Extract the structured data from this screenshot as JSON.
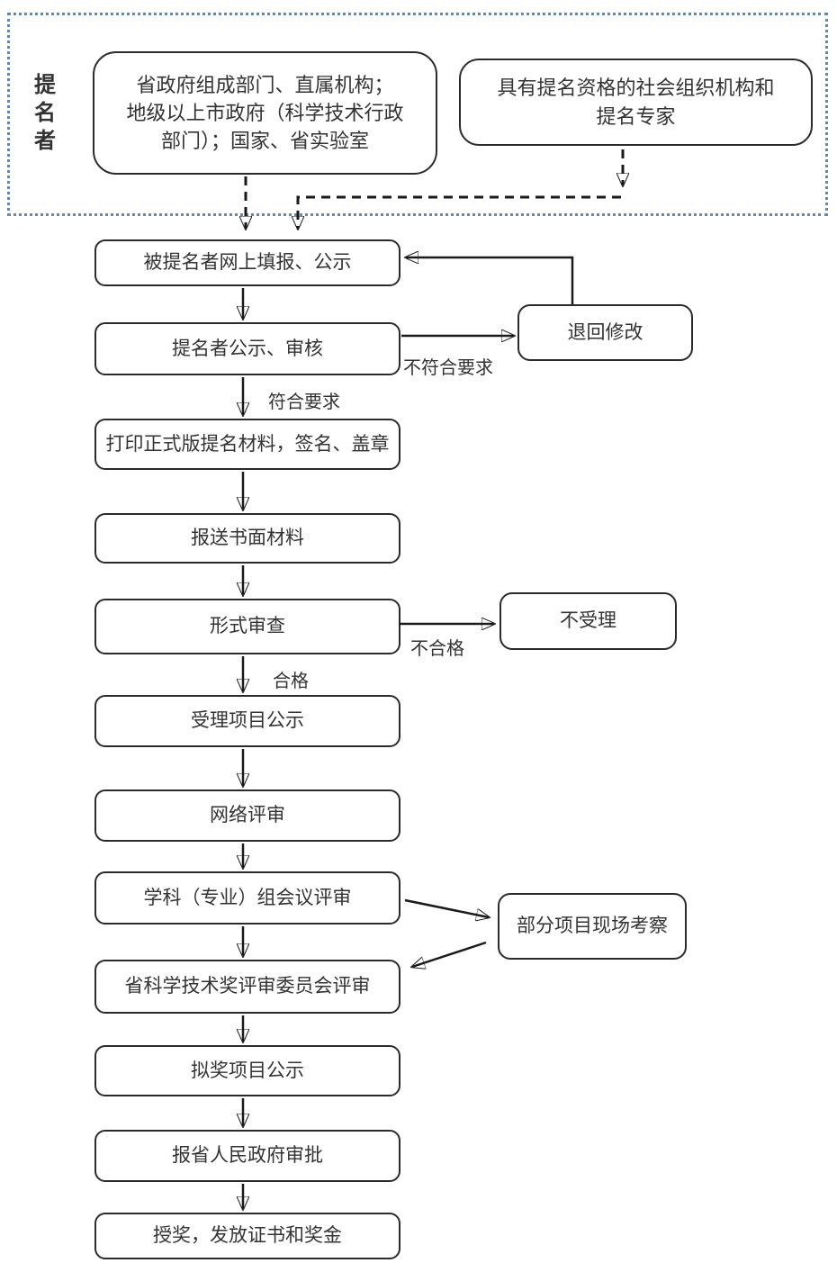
{
  "palette": {
    "border": "#2b2b2b",
    "text": "#333333",
    "panel_border": "#5b87c5",
    "arrow": "#1a1a1a",
    "background": "#ffffff"
  },
  "nominators": {
    "label": "提名者",
    "gov_box": "省政府组成部门、直属机构；\n地级以上市政府（科学技术行政\n部门）；国家、省实验室",
    "social_box": "具有提名资格的社会组织机构和\n提名专家"
  },
  "flow": {
    "steps": [
      "被提名者网上填报、公示",
      "提名者公示、审核",
      "打印正式版提名材料，签名、盖章",
      "报送书面材料",
      "形式审查",
      "受理项目公示",
      "网络评审",
      "学科（专业）组会议评审",
      "省科学技术奖评审委员会评审",
      "拟奖项目公示",
      "报省人民政府审批",
      "授奖，发放证书和奖金"
    ]
  },
  "side_boxes": {
    "return_revise": "退回修改",
    "not_accepted": "不受理",
    "site_inspection": "部分项目现场考察"
  },
  "edge_labels": {
    "not_meet": "不符合要求",
    "meet": "符合要求",
    "unqualified": "不合格",
    "qualified": "合格"
  }
}
